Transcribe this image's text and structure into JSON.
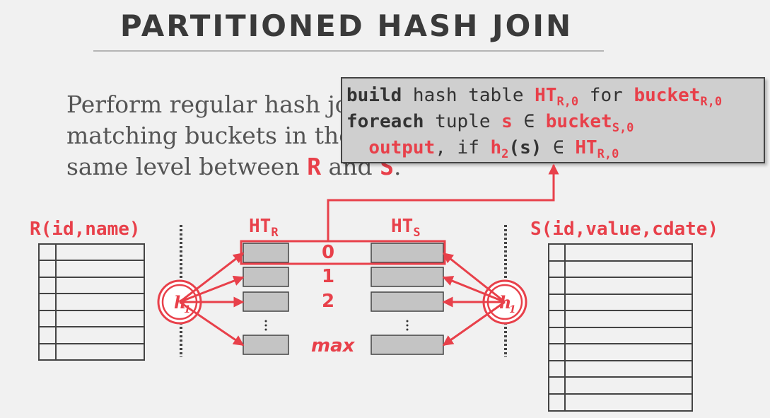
{
  "title": "PARTITIONED HASH JOIN",
  "body": {
    "line1": "Perform regular hash join on",
    "line2": "matching buckets in the",
    "line3_pre": "same level between ",
    "rel_r": "R",
    "line3_mid": " and ",
    "rel_s": "S",
    "line3_post": "."
  },
  "code": {
    "l1_kw": "build",
    "l1_text": " hash table ",
    "l1_ht": "HT",
    "l1_ht_sub": "R,0",
    "l1_for": " for ",
    "l1_bucket": "bucket",
    "l1_bucket_sub": "R,0",
    "l2_kw": "foreach",
    "l2_text": " tuple ",
    "l2_s": "s",
    "l2_in": " ∈ ",
    "l2_bucket": "bucket",
    "l2_bucket_sub": "S,0",
    "l3_out": "output",
    "l3_text": ", if ",
    "l3_h": "h",
    "l3_h_sub": "2",
    "l3_s": "(s)",
    "l3_in": " ∈ ",
    "l3_ht": "HT",
    "l3_ht_sub": "R,0"
  },
  "relations": {
    "r_label": "R(id,name)",
    "s_label": "S(id,value,cdate)"
  },
  "hash_tables": {
    "r_label": "HT",
    "r_sub": "R",
    "s_label": "HT",
    "s_sub": "S",
    "indices": [
      "0",
      "1",
      "2",
      "⋮",
      "max"
    ]
  },
  "hash_fn": {
    "label": "h",
    "sub": "1"
  },
  "colors": {
    "accent": "#e8404a",
    "box_fill": "#c4c4c4",
    "box_border": "#444444",
    "table_border": "#444444"
  }
}
